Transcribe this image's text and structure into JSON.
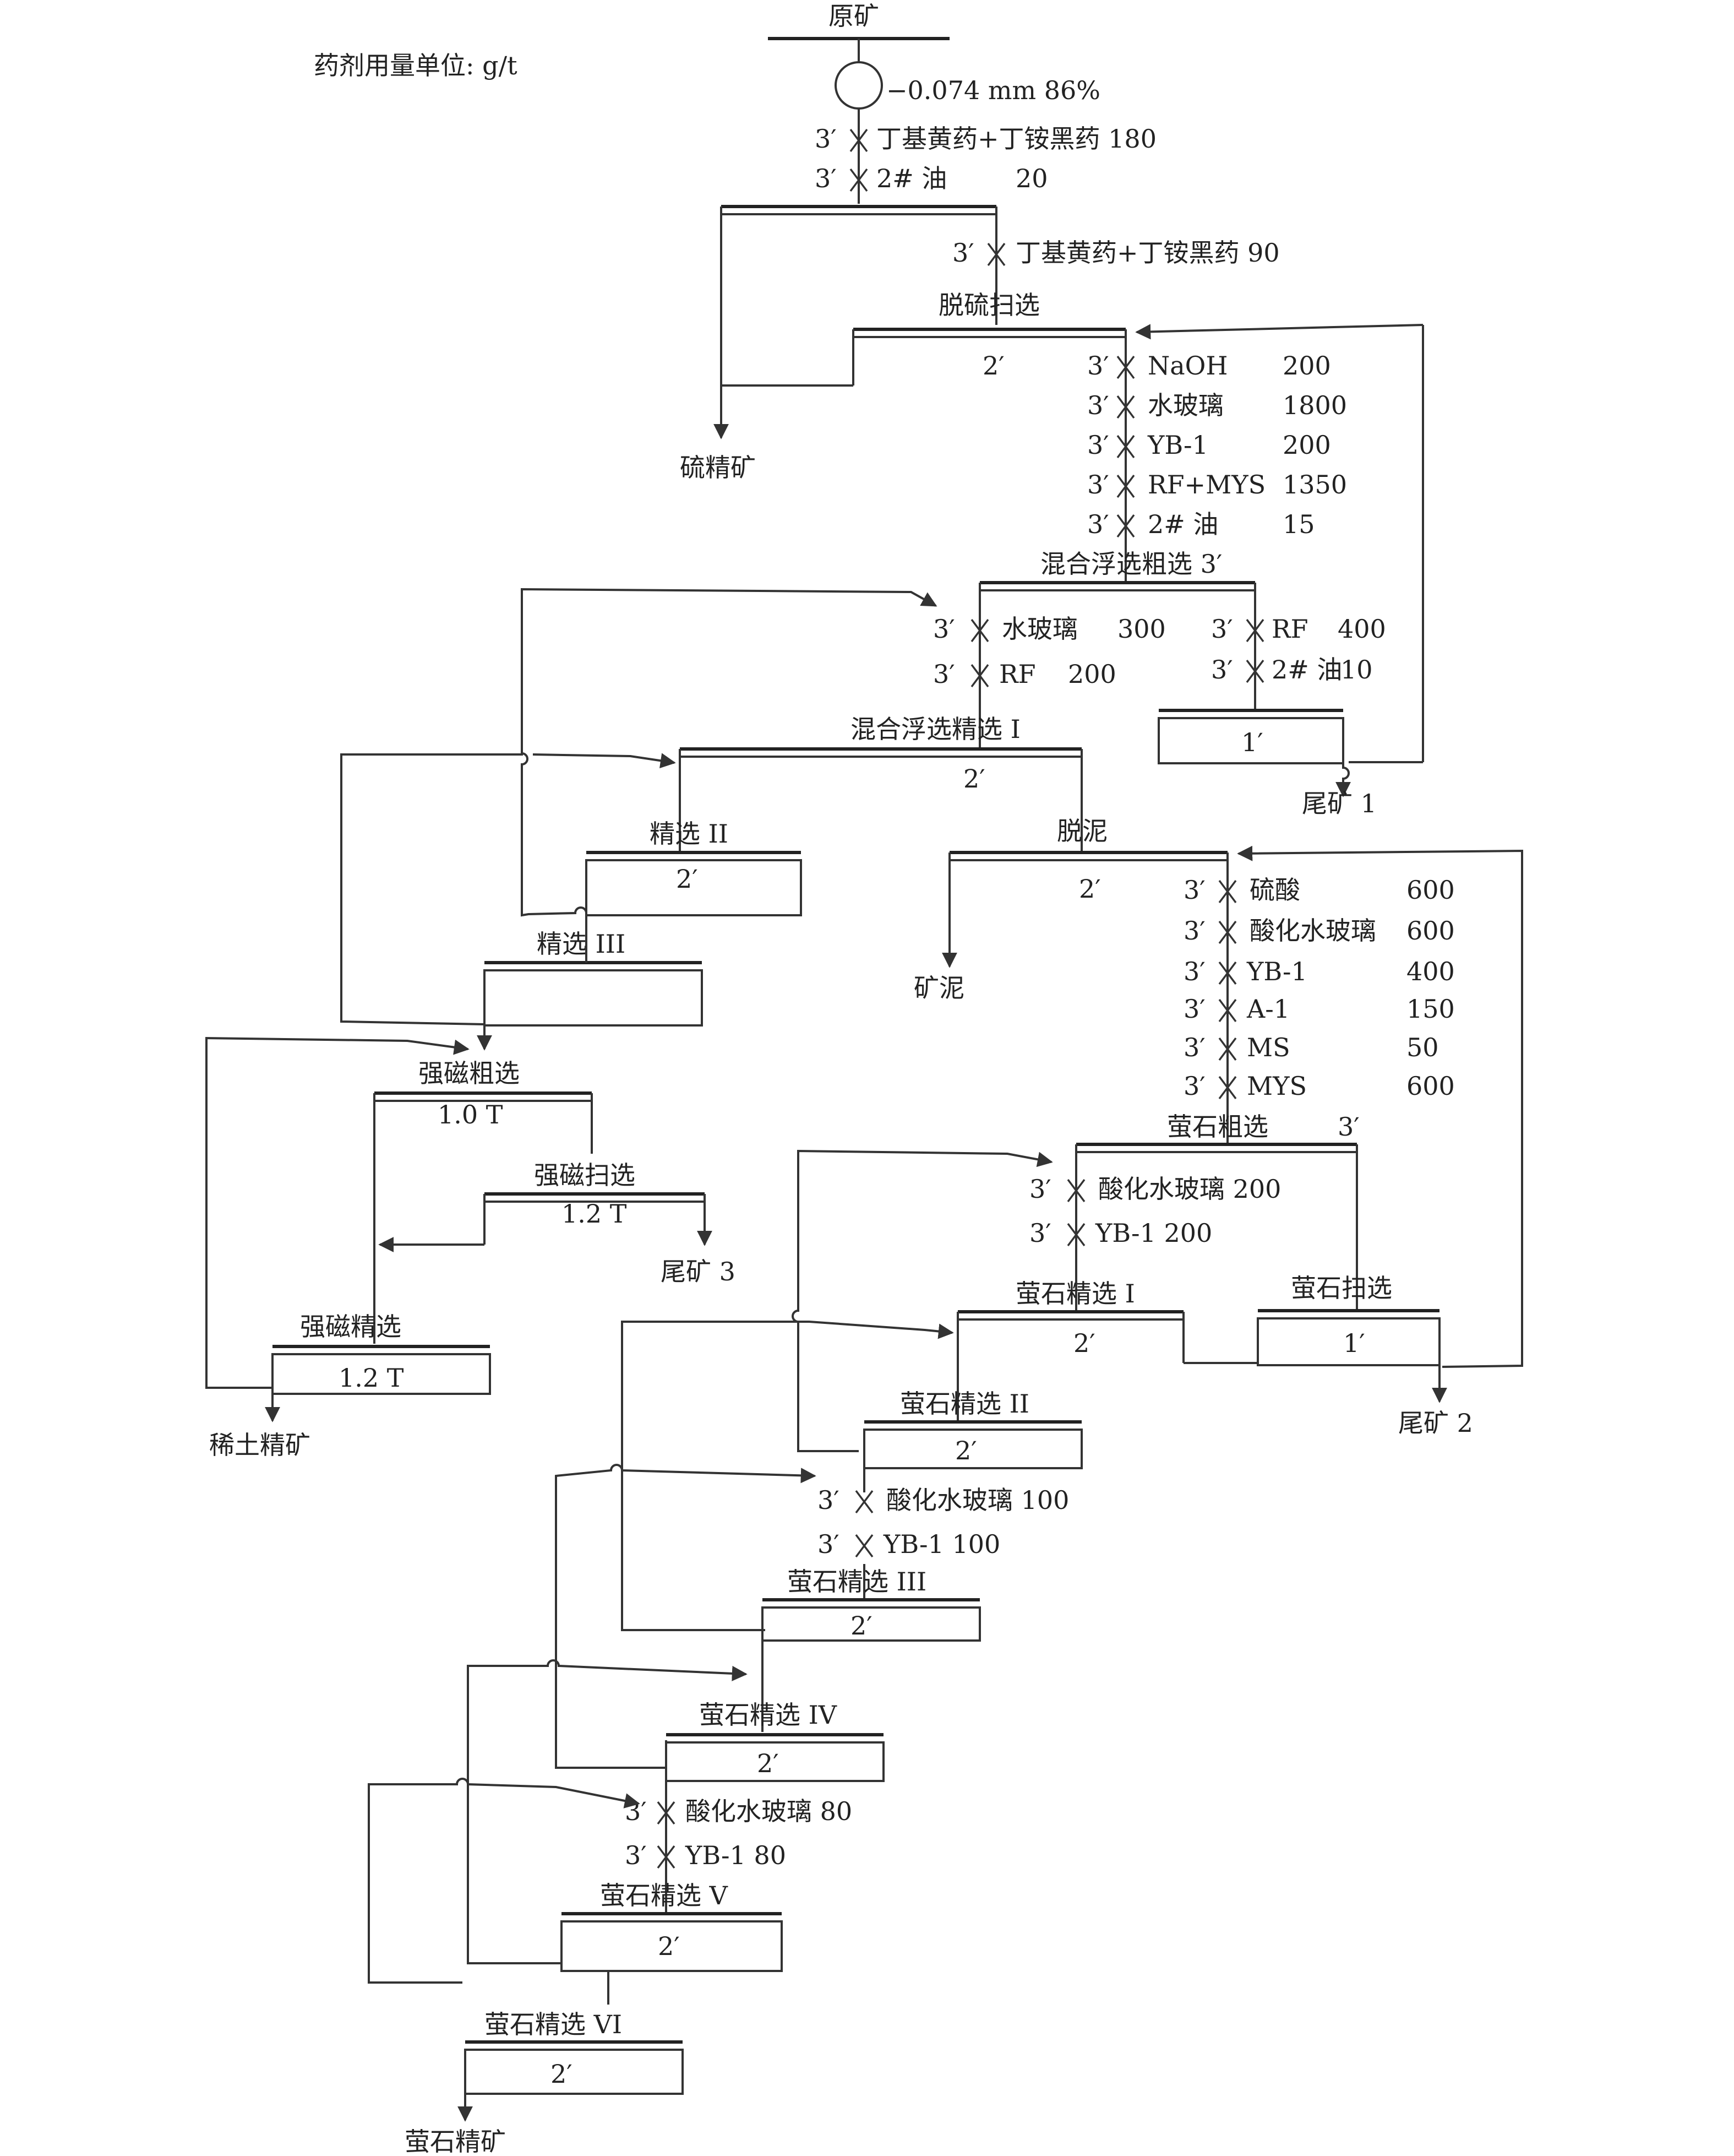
{
  "legend": "药剂用量单位: g/t",
  "feed": {
    "label": "原矿",
    "grind": "−0.074 mm 86%",
    "reagents": [
      {
        "time": "3′",
        "name": "丁基黄药+丁铵黑药 180"
      },
      {
        "time": "3′",
        "name": "2# 油",
        "dose": "20"
      }
    ]
  },
  "desulfur": {
    "reagent": {
      "time": "3′",
      "name": "丁基黄药+丁铵黑药 90"
    },
    "scav_label": "脱硫扫选",
    "scav_time": "2′",
    "concentrate": "硫精矿"
  },
  "mixed": {
    "reagents": [
      {
        "time": "3′",
        "name": "NaOH",
        "dose": "200"
      },
      {
        "time": "3′",
        "name": "水玻璃",
        "dose": "1800"
      },
      {
        "time": "3′",
        "name": "YB-1",
        "dose": "200"
      },
      {
        "time": "3′",
        "name": "RF+MYS",
        "dose": "1350"
      },
      {
        "time": "3′",
        "name": "2# 油",
        "dose": "15"
      }
    ],
    "rougher_label": "混合浮选粗选 3′",
    "left_reagents": [
      {
        "time": "3′",
        "name": "水玻璃",
        "dose": "300"
      },
      {
        "time": "3′",
        "name": "RF",
        "dose": "200"
      }
    ],
    "right_reagents": [
      {
        "time": "3′",
        "name": "RF",
        "dose": "400"
      },
      {
        "time": "3′",
        "name": "2# 油",
        "dose": "10"
      }
    ],
    "scav_time": "1′",
    "tailing1": "尾矿 1",
    "cleaner1_label": "混合浮选精选 I",
    "cleaner1_time": "2′",
    "cleaner2_label": "精选 II",
    "cleaner2_time": "2′",
    "cleaner3_label": "精选 III"
  },
  "deslime": {
    "label": "脱泥",
    "time": "2′",
    "slime": "矿泥"
  },
  "fluorite": {
    "reagents": [
      {
        "time": "3′",
        "name": "硫酸",
        "dose": "600"
      },
      {
        "time": "3′",
        "name": "酸化水玻璃",
        "dose": "600"
      },
      {
        "time": "3′",
        "name": "YB-1",
        "dose": "400"
      },
      {
        "time": "3′",
        "name": "A-1",
        "dose": "150"
      },
      {
        "time": "3′",
        "name": "MS",
        "dose": "50"
      },
      {
        "time": "3′",
        "name": "MYS",
        "dose": "600"
      }
    ],
    "rougher_label": "萤石粗选",
    "rougher_time": "3′",
    "r_reagents": [
      {
        "time": "3′",
        "name": "酸化水玻璃 200"
      },
      {
        "time": "3′",
        "name": "YB-1  200"
      }
    ],
    "c1_label": "萤石精选 I",
    "c1_time": "2′",
    "scav_label": "萤石扫选",
    "scav_time": "1′",
    "tailing2": "尾矿 2",
    "c2_label": "萤石精选 II",
    "c2_time": "2′",
    "c2_reagents": [
      {
        "time": "3′",
        "name": "酸化水玻璃 100"
      },
      {
        "time": "3′",
        "name": "YB-1  100"
      }
    ],
    "c3_label": "萤石精选 III",
    "c3_time": "2′",
    "c4_label": "萤石精选 IV",
    "c4_time": "2′",
    "c4_reagents": [
      {
        "time": "3′",
        "name": "酸化水玻璃 80"
      },
      {
        "time": "3′",
        "name": "YB-1  80"
      }
    ],
    "c5_label": "萤石精选 V",
    "c5_time": "2′",
    "c6_label": "萤石精选 VI",
    "c6_time": "2′",
    "concentrate": "萤石精矿"
  },
  "magnetic": {
    "rougher_label": "强磁粗选",
    "rougher_field": "1.0 T",
    "scav_label": "强磁扫选",
    "scav_field": "1.2 T",
    "tailing3": "尾矿 3",
    "cleaner_label": "强磁精选",
    "cleaner_field": "1.2 T",
    "concentrate": "稀土精矿"
  }
}
